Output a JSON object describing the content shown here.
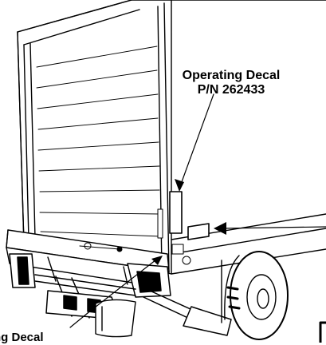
{
  "callouts": {
    "operating_decal": {
      "line1": "Operating Decal",
      "line2": "P/N 262433"
    },
    "bottom_decal_partial": "ng Decal"
  },
  "art": {
    "ink_color": "#000000",
    "paper_color": "#ffffff"
  }
}
